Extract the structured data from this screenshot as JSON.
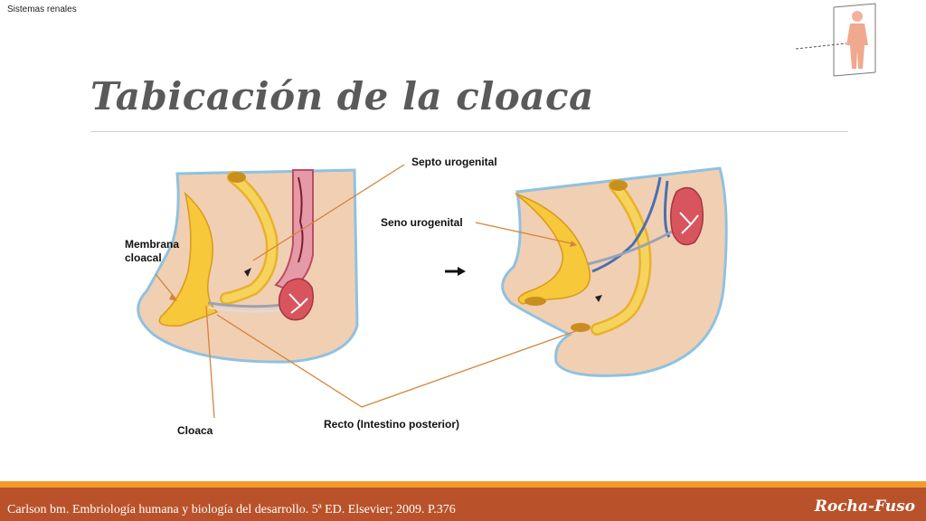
{
  "header": {
    "section": "Sistemas renales"
  },
  "slide": {
    "title": "Tabicación de la cloaca"
  },
  "labels": {
    "septo": "Septo urogenital",
    "seno": "Seno urogenital",
    "membrana_line1": "Membrana",
    "membrana_line2": "cloacal",
    "cloaca": "Cloaca",
    "recto": "Recto (Intestino posterior)"
  },
  "footer": {
    "citation": "Carlson bm. Embriología humana y biología del desarrollo. 5ª ED. Elsevier; 2009. P.376",
    "brand": "Rocha-Fuso"
  },
  "colors": {
    "tissue": "#f1cfb3",
    "outline": "#8ec2e0",
    "organ_yellow": "#f6c83a",
    "kidney": "#d8555e",
    "leader_line": "#d4843a",
    "footer_bar": "#b9522a",
    "footer_accent": "#f29b2b"
  }
}
